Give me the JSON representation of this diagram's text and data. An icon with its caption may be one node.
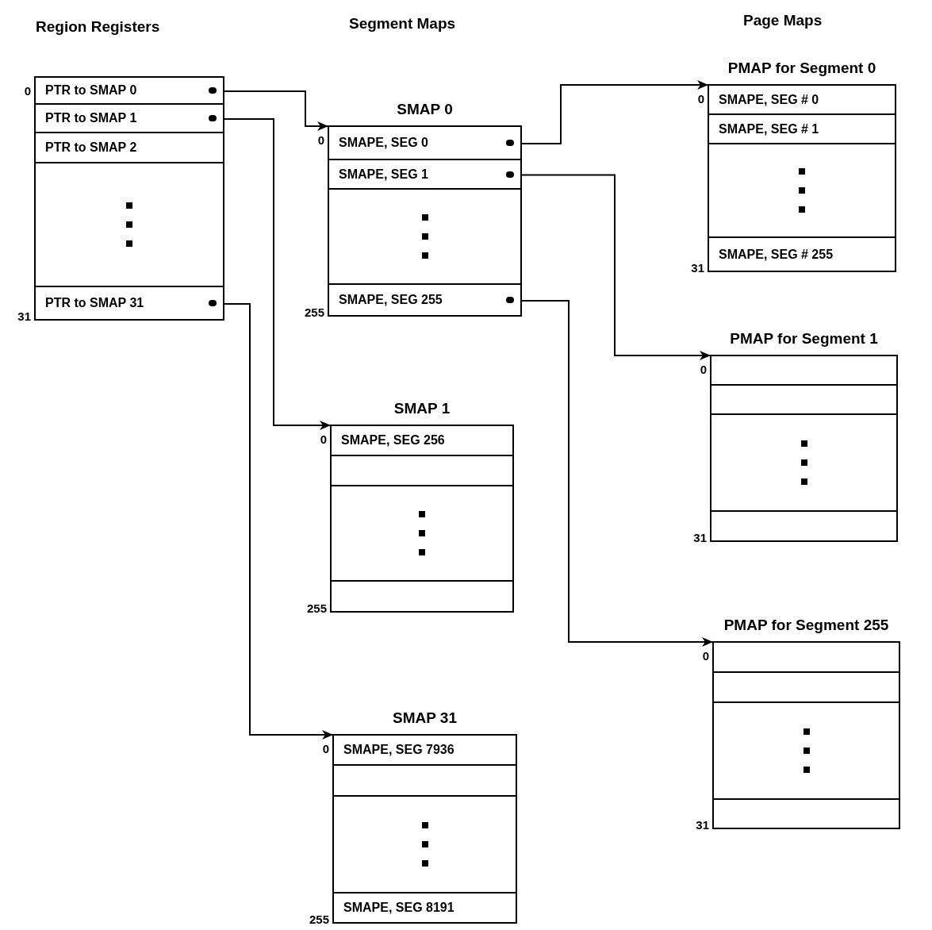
{
  "diagram": {
    "nodes": [
      {
        "text": [],
        "shape": "box",
        "beside": [
          "0",
          "31"
        ]
      },
      {
        "text": [
          "PTR to SMAP 0"
        ],
        "in": 0
      },
      {
        "text": [
          "PTR to SMAP 1"
        ],
        "in": 0
      },
      {
        "text": [
          "PTR to SMAP 2"
        ],
        "in": 0
      },
      {
        "text": [],
        "shape": "box",
        "in": 0
      },
      {
        "text": [
          "PTR to SMAP 31"
        ],
        "in": 0
      },
      {
        "text": [
          "SMAP 0"
        ],
        "beside": [
          "0",
          "255"
        ]
      },
      {
        "text": [
          "SMAPE, SEG 0"
        ],
        "in": 6
      },
      {
        "text": [
          "SMAPE, SEG 1"
        ],
        "in": 6
      },
      {
        "text": [],
        "shape": "box",
        "in": 6
      },
      {
        "text": [
          "SMAPE, SEG 255"
        ],
        "in": 6
      },
      {
        "text": [
          "SMAP 1"
        ],
        "beside": [
          "0",
          "255"
        ]
      },
      {
        "text": [
          "SMAPE, SEG 256"
        ],
        "in": 11
      },
      {
        "text": [],
        "shape": "box",
        "in": 11
      },
      {
        "text": [],
        "shape": "box",
        "in": 11
      },
      {
        "text": [],
        "shape": "box",
        "in": 11
      },
      {
        "text": [
          "SMAP 31"
        ],
        "beside": [
          "0",
          "255"
        ]
      },
      {
        "text": [
          "SMAPE, SEG 7936"
        ],
        "in": 16
      },
      {
        "text": [],
        "shape": "box",
        "in": 16
      },
      {
        "text": [],
        "shape": "box",
        "in": 16
      },
      {
        "text": [
          "SMAPE, SEG 8191"
        ],
        "in": 16
      },
      {
        "text": [
          "PMAP for Segment 0"
        ],
        "beside": [
          "0",
          "31"
        ]
      },
      {
        "text": [
          "SMAPE, SEG # 0"
        ],
        "in": 21
      },
      {
        "text": [
          "SMAPE, SEG # 1"
        ],
        "in": 21
      },
      {
        "text": [],
        "shape": "box",
        "in": 21
      },
      {
        "text": [
          "SMAPE, SEG # 255"
        ],
        "in": 21
      },
      {
        "text": [
          "PMAP for Segment 1"
        ],
        "beside": [
          "0",
          "31"
        ]
      },
      {
        "text": [],
        "shape": "box",
        "in": 26
      },
      {
        "text": [],
        "shape": "box",
        "in": 26
      },
      {
        "text": [],
        "shape": "box",
        "in": 26
      },
      {
        "text": [],
        "shape": "box",
        "in": 26
      },
      {
        "text": [
          "PMAP for Segment 255"
        ],
        "beside": [
          "0",
          "31"
        ]
      },
      {
        "text": [],
        "shape": "box",
        "in": 31
      },
      {
        "text": [],
        "shape": "box",
        "in": 31
      },
      {
        "text": [],
        "shape": "box",
        "in": 31
      },
      {
        "text": [],
        "shape": "box",
        "in": 31
      }
    ],
    "edges": [
      {
        "from": 1,
        "to": 6,
        "arrow": "to"
      },
      {
        "from": 2,
        "to": 11,
        "arrow": "to"
      },
      {
        "from": 5,
        "to": 16,
        "arrow": "to"
      },
      {
        "from": 7,
        "to": 21,
        "arrow": "to"
      },
      {
        "from": 8,
        "to": 26,
        "arrow": "to"
      },
      {
        "from": 10,
        "to": 31,
        "arrow": "to"
      }
    ],
    "labels": [
      "Region Registers",
      "Segment Maps",
      "Page Maps"
    ]
  }
}
